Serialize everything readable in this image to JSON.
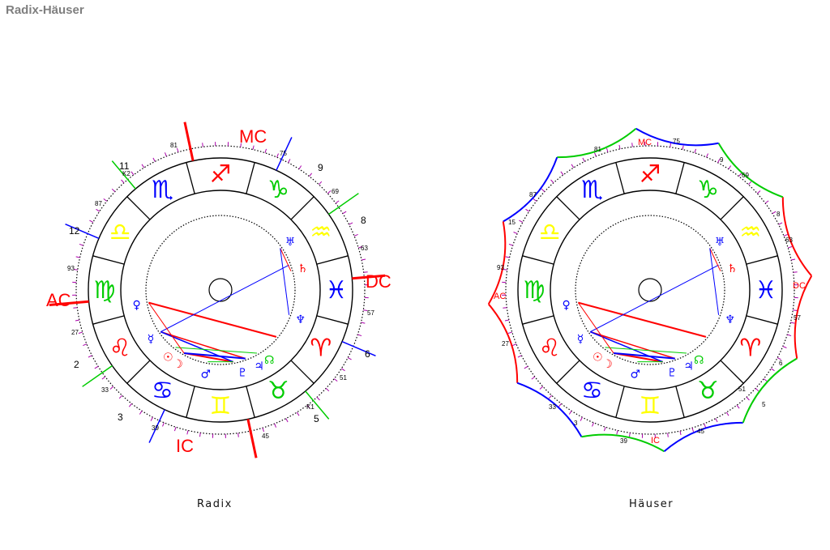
{
  "page": {
    "title": "Radix-Häuser"
  },
  "radix": {
    "caption": "Radix",
    "angle_labels": {
      "AC": "AC",
      "DC": "DC",
      "MC": "MC",
      "IC": "IC"
    },
    "house_numbers": [
      "11",
      "12",
      "2",
      "3",
      "5",
      "6",
      "8",
      "9"
    ],
    "degree_labels": [
      "81",
      "75",
      "69",
      "63",
      "57",
      "51",
      "45",
      "39",
      "33",
      "27",
      "93",
      "87"
    ],
    "cusp_markers": [
      "K2",
      "K1"
    ]
  },
  "haeuser": {
    "caption": "Häuser",
    "angle_labels": {
      "AC": "AC",
      "DC": "DC",
      "MC": "MC",
      "IC": "IC"
    },
    "degree_labels": [
      "81",
      "75",
      "69",
      "63",
      "57",
      "51",
      "45",
      "39",
      "33",
      "27",
      "93",
      "87",
      "9",
      "8",
      "3",
      "5",
      "6",
      "15"
    ]
  },
  "colors": {
    "red": "#ff0000",
    "green": "#00cc00",
    "blue": "#0000ff",
    "yellow": "#ffff00",
    "purple": "#aa00aa",
    "grey": "#7f7f7f"
  },
  "signs": [
    {
      "name": "leo-icon",
      "glyph": "♌",
      "color": "#ff0000"
    },
    {
      "name": "cancer-icon",
      "glyph": "♋",
      "color": "#0000ff"
    },
    {
      "name": "gemini-icon",
      "glyph": "♊",
      "color": "#ffff00"
    },
    {
      "name": "taurus-icon",
      "glyph": "♉",
      "color": "#00cc00"
    },
    {
      "name": "aries-icon",
      "glyph": "♈",
      "color": "#ff0000"
    },
    {
      "name": "pisces-icon",
      "glyph": "♓",
      "color": "#0000ff"
    },
    {
      "name": "aquarius-icon",
      "glyph": "♒",
      "color": "#ffff00"
    },
    {
      "name": "capricorn-icon",
      "glyph": "♑",
      "color": "#00cc00"
    },
    {
      "name": "sagittarius-icon",
      "glyph": "♐",
      "color": "#ff0000"
    },
    {
      "name": "scorpio-icon",
      "glyph": "♏",
      "color": "#0000ff"
    },
    {
      "name": "libra-icon",
      "glyph": "♎",
      "color": "#ffff00"
    },
    {
      "name": "virgo-icon",
      "glyph": "♍",
      "color": "#00cc00"
    }
  ],
  "planets": [
    {
      "name": "venus-icon",
      "glyph": "♀",
      "color": "#0000ff"
    },
    {
      "name": "mercury-icon",
      "glyph": "☿",
      "color": "#0000ff"
    },
    {
      "name": "sun-icon",
      "glyph": "☉",
      "color": "#ff0000"
    },
    {
      "name": "moon-icon",
      "glyph": "☽",
      "color": "#ff0000"
    },
    {
      "name": "mars-icon",
      "glyph": "♂",
      "color": "#0000ff"
    },
    {
      "name": "uranus-icon",
      "glyph": "♅",
      "color": "#0000ff"
    },
    {
      "name": "saturn-icon",
      "glyph": "♄",
      "color": "#ff0000"
    },
    {
      "name": "neptune-icon",
      "glyph": "♆",
      "color": "#0000ff"
    },
    {
      "name": "jupiter-icon",
      "glyph": "♃",
      "color": "#0000ff"
    },
    {
      "name": "pluto-icon",
      "glyph": "♇",
      "color": "#0000ff"
    },
    {
      "name": "node-icon",
      "glyph": "☊",
      "color": "#00cc00"
    }
  ]
}
